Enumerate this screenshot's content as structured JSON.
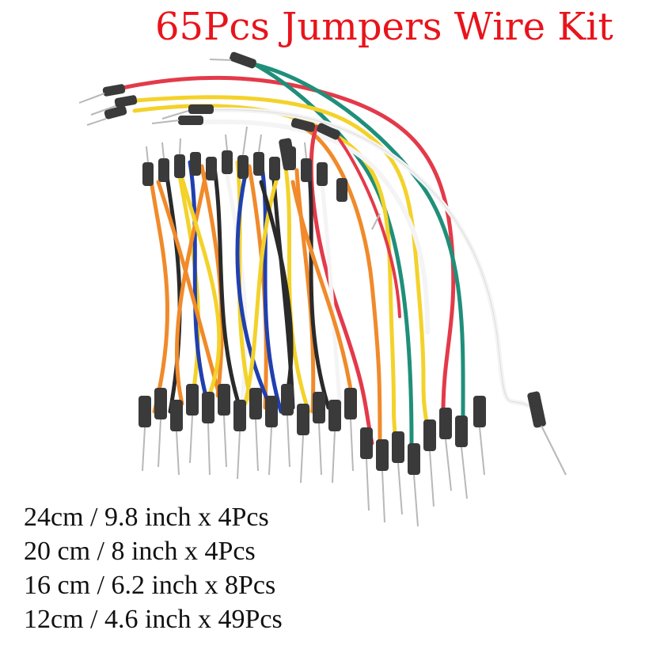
{
  "title": "65Pcs Jumpers Wire Kit",
  "title_color": "#e8141b",
  "image": {
    "subject": "bundle-of-male-to-male-breadboard-jumper-wires",
    "wire_colors": [
      "#e33a4a",
      "#f3d22a",
      "#f08a2a",
      "#1f8f7a",
      "#2040b0",
      "#f4f4f4",
      "#2a2a2a"
    ],
    "connector_color": "#3a3a3a",
    "pin_color": "#b8b8b8"
  },
  "specs": [
    {
      "text": "24cm / 9.8 inch x 4Pcs"
    },
    {
      "text": "20 cm / 8 inch x 4Pcs"
    },
    {
      "text": "16 cm / 6.2 inch x 8Pcs"
    },
    {
      "text": "12cm / 4.6 inch x 49Pcs"
    }
  ]
}
